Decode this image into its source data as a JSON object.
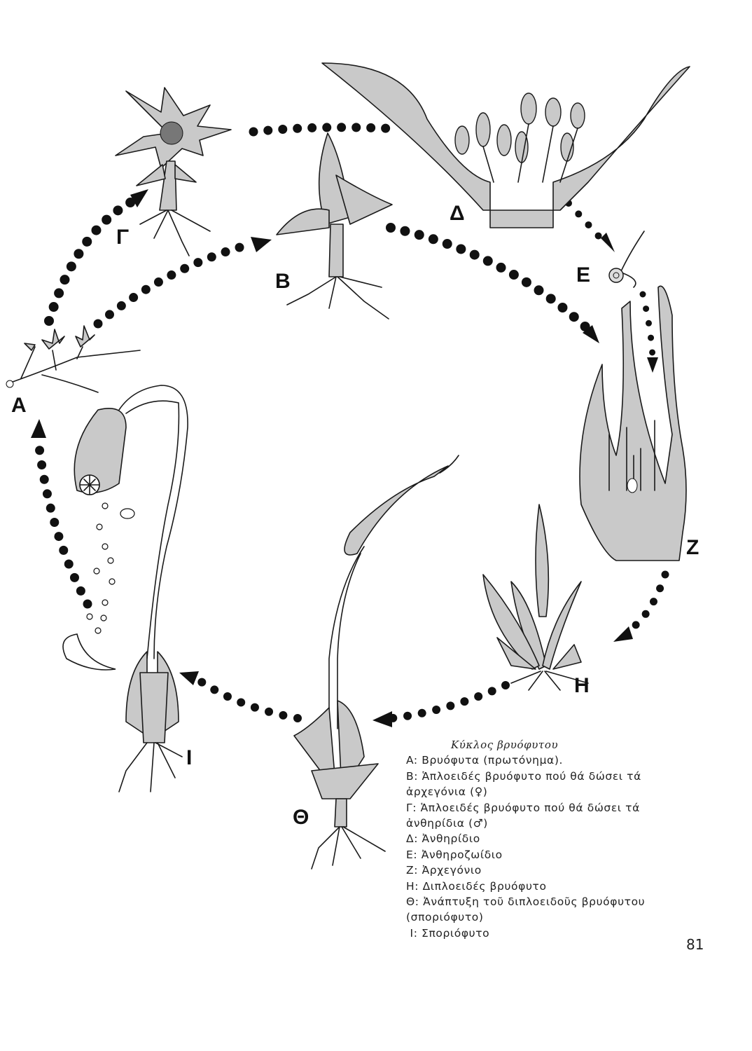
{
  "figure": {
    "labels": {
      "A": "A",
      "B": "B",
      "G": "Γ",
      "D": "Δ",
      "E": "E",
      "Z": "Z",
      "H": "H",
      "TH": "Θ",
      "I": "I"
    },
    "fill_color": "#c9c9c9",
    "line_color": "#1a1a1a"
  },
  "caption": {
    "title": "Κύκλος βρυόφυτου",
    "items": [
      "A: Βρυόφυτα (πρωτόνημα).",
      "B: Ἁπλοειδές βρυόφυτο  πού θά δώσει τά",
      "ἀρχεγόνια (♀)",
      "Γ: Ἁπλοειδές βρυόφυτο  πού θά δώσει τά",
      "ἀνθηρίδια (♂)",
      "Δ: Ἀνθηρίδιο",
      "E: Ἀνθηροζωίδιο",
      "Z: Ἀρχεγόνιο",
      "H: Διπλοειδές βρυόφυτο",
      "Θ: Ἀνάπτυξη τοῦ διπλοειδοῦς βρυόφυτου",
      "(σποριόφυτο)",
      " I: Σποριόφυτο"
    ]
  },
  "page_number": "81"
}
